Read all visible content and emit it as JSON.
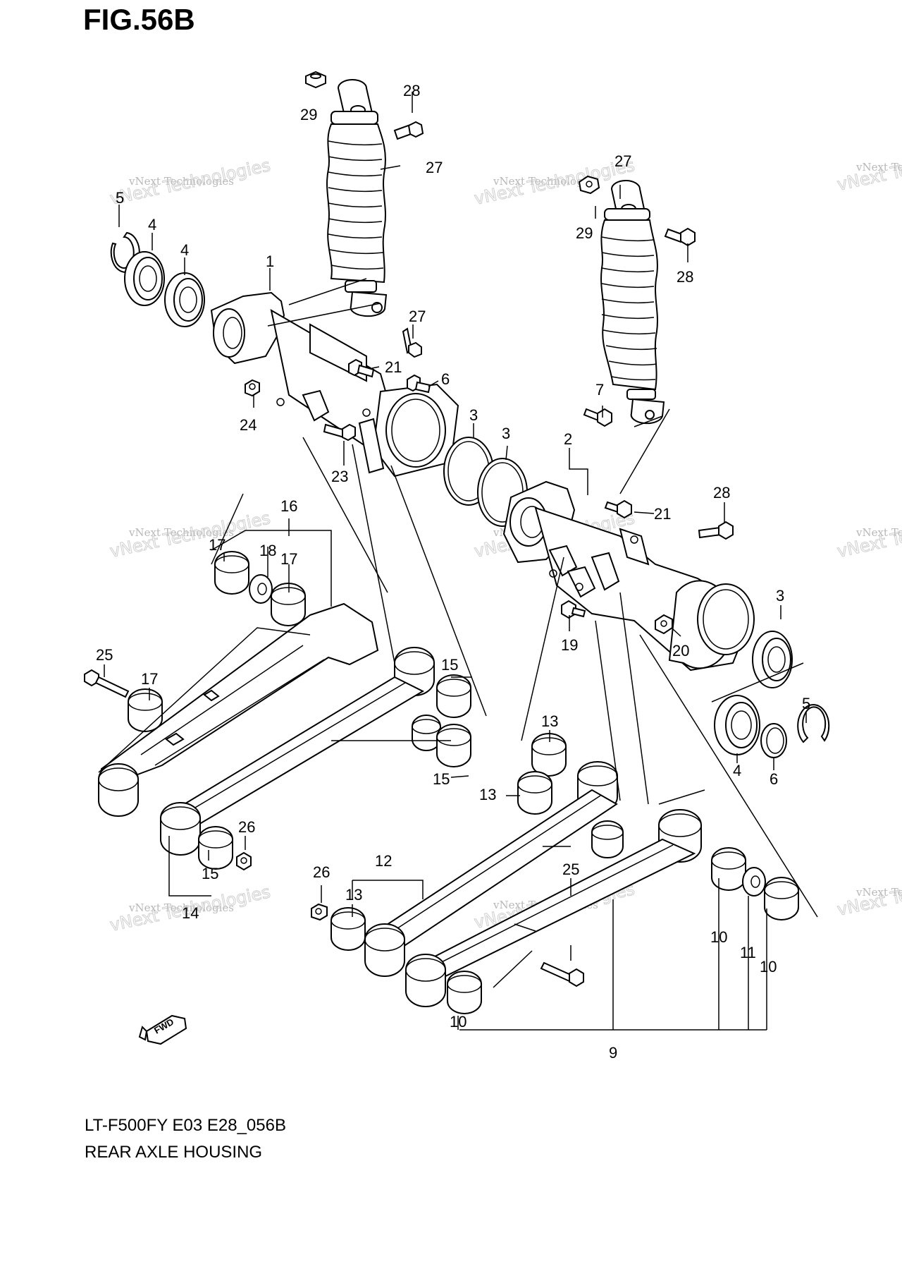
{
  "figure": {
    "title": "FIG.56B"
  },
  "footer": {
    "model": "LT-F500FY E03 E28_056B",
    "caption": "REAR AXLE HOUSING"
  },
  "watermark": {
    "line1": "vNext Technologies",
    "line2": "vNext Technologies"
  },
  "fwd_label": "FWD",
  "callouts": [
    "29",
    "28",
    "27",
    "27",
    "29",
    "28",
    "5",
    "4",
    "4",
    "1",
    "27",
    "21",
    "6",
    "24",
    "23",
    "7",
    "3",
    "3",
    "2",
    "16",
    "17",
    "18",
    "17",
    "21",
    "28",
    "3",
    "19",
    "20",
    "25",
    "17",
    "15",
    "15",
    "13",
    "5",
    "4",
    "6",
    "13",
    "26",
    "15",
    "14",
    "12",
    "26",
    "13",
    "25",
    "10",
    "11",
    "10",
    "10",
    "9"
  ]
}
